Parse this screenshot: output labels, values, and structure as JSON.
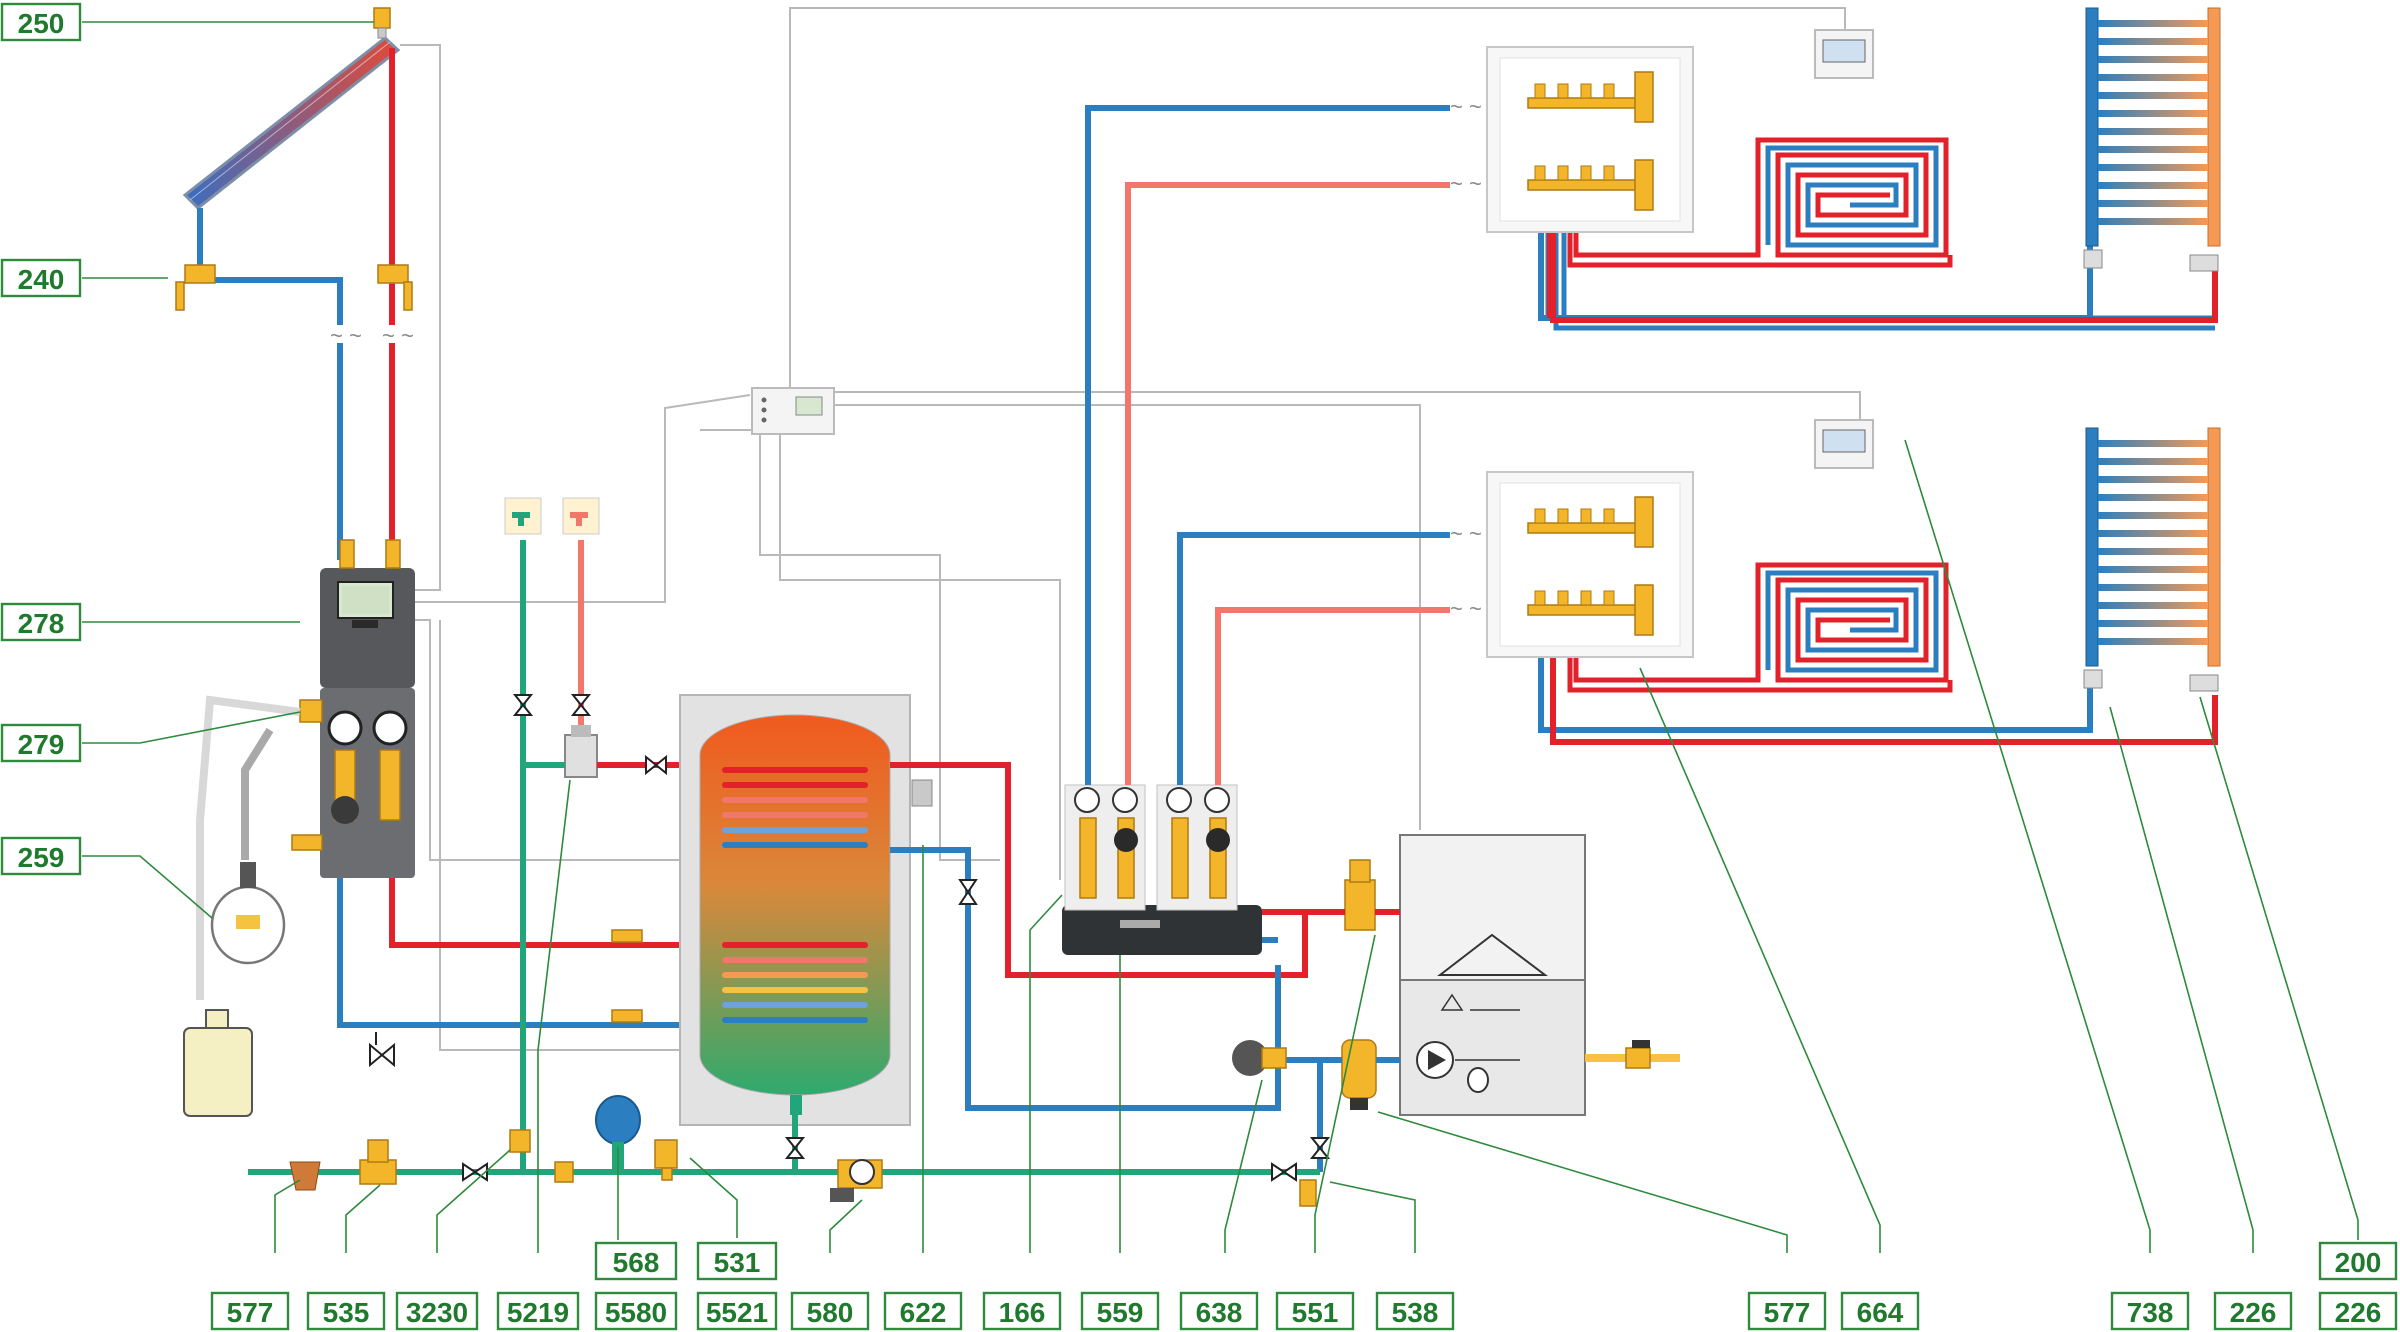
{
  "colors": {
    "label_border": "#2e8a3c",
    "label_text": "#1f7a2e",
    "hot_pipe": "#e3212a",
    "cold_pipe": "#2b7fc0",
    "return_pipe": "#f0776a",
    "domestic_cold": "#21a57a",
    "control_wire": "#b9b9b9",
    "brass": "#f3b62b"
  },
  "labels": {
    "l250": "250",
    "l240": "240",
    "l278": "278",
    "l279": "279",
    "l259": "259",
    "b577a": "577",
    "b535": "535",
    "b3230": "3230",
    "b5219": "5219",
    "b568": "568",
    "b5580": "5580",
    "b531": "531",
    "b5521": "5521",
    "b580": "580",
    "b622": "622",
    "b166": "166",
    "b559": "559",
    "b638": "638",
    "b551": "551",
    "b538": "538",
    "b577b": "577",
    "b664": "664",
    "b738": "738",
    "b226a": "226",
    "b200": "200",
    "b226b": "226"
  }
}
